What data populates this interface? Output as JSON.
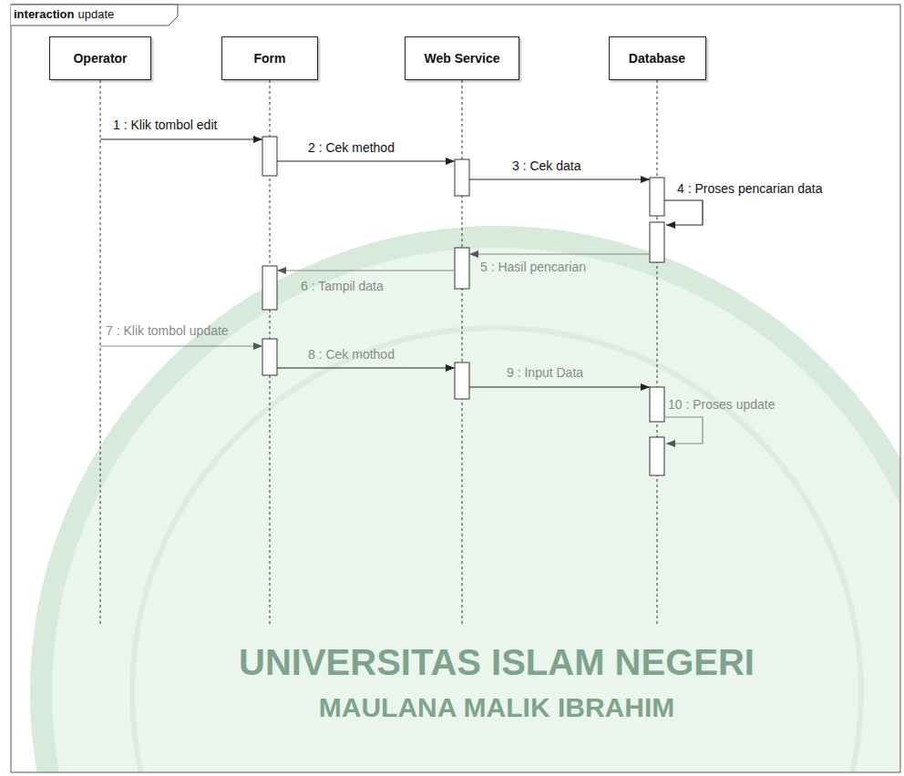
{
  "diagram": {
    "nodes": [
      {
        "text": [
          "Operator"
        ]
      },
      {
        "text": [
          "Form"
        ]
      },
      {
        "text": [
          "Web Service"
        ]
      },
      {
        "text": [
          "Database"
        ]
      }
    ],
    "edges": [
      {
        "from": 0,
        "to": 1,
        "arrow": "to",
        "label": "1 : Klik tombol edit"
      },
      {
        "from": 1,
        "to": 2,
        "arrow": "to",
        "label": "2 : Cek method"
      },
      {
        "from": 2,
        "to": 3,
        "arrow": "to",
        "label": "3 : Cek data"
      },
      {
        "from": 3,
        "to": 3,
        "arrow": "to",
        "label": "4 : Proses pencarian data"
      },
      {
        "from": 3,
        "to": 2,
        "arrow": "to",
        "label": "5 : Hasil pencarian"
      },
      {
        "from": 2,
        "to": 1,
        "arrow": "to",
        "label": "6 : Tampil data"
      },
      {
        "from": 0,
        "to": 1,
        "arrow": "to",
        "label": "7 : Klik tombol update"
      },
      {
        "from": 1,
        "to": 2,
        "arrow": "to",
        "label": "8 : Cek mothod"
      },
      {
        "from": 2,
        "to": 3,
        "arrow": "to",
        "label": "9 : Input Data"
      },
      {
        "from": 3,
        "to": 3,
        "arrow": "to",
        "label": "10 : Proses update"
      }
    ],
    "labels": [
      "interaction",
      "update",
      "UNIVERSITAS ISLAM NEGERI",
      "MAULANA MALIK IBRAHIM"
    ]
  }
}
